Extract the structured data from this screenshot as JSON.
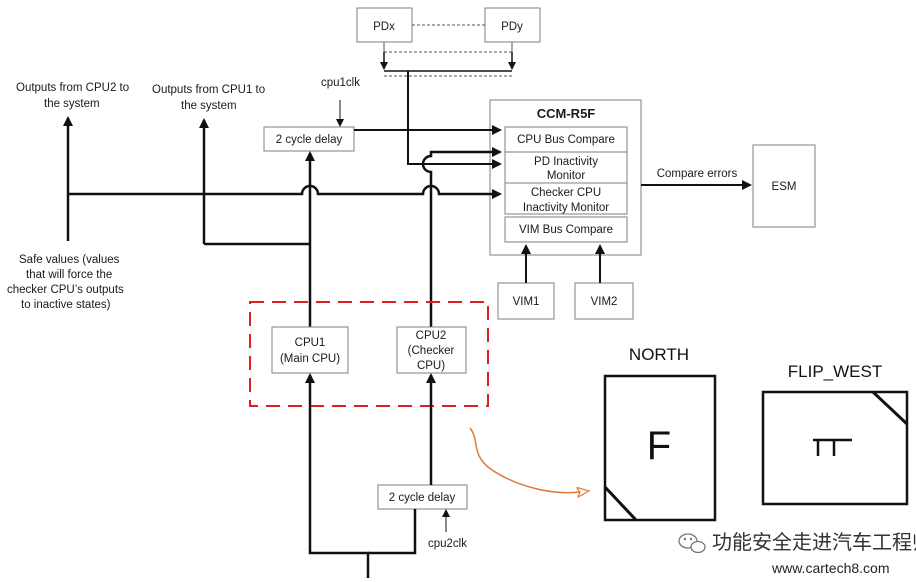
{
  "blocks": {
    "pdx": "PDx",
    "pdy": "PDy",
    "ccm_title": "CCM-R5F",
    "cpu_bus_compare": "CPU Bus Compare",
    "pd_inactivity_1": "PD Inactivity",
    "pd_inactivity_2": "Monitor",
    "checker_inactivity_1": "Checker CPU",
    "checker_inactivity_2": "Inactivity Monitor",
    "vim_bus_compare": "VIM Bus Compare",
    "esm": "ESM",
    "vim1": "VIM1",
    "vim2": "VIM2",
    "cpu1_1": "CPU1",
    "cpu1_2": "(Main CPU)",
    "cpu2_1": "CPU2",
    "cpu2_2": "(Checker",
    "cpu2_3": "CPU)",
    "delay_top": "2 cycle delay",
    "delay_bottom": "2 cycle delay"
  },
  "labels": {
    "outputs_cpu2_1": "Outputs from CPU2 to",
    "outputs_cpu2_2": "the system",
    "outputs_cpu1_1": "Outputs from CPU1 to",
    "outputs_cpu1_2": "the system",
    "cpu1clk": "cpu1clk",
    "cpu2clk": "cpu2clk",
    "compare_errors": "Compare errors",
    "safe_1": "Safe values (values",
    "safe_2": "that will force the",
    "safe_3": "checker CPU’s outputs",
    "safe_4": "to inactive states)"
  },
  "orientation": {
    "north_title": "NORTH",
    "north_letter": "F",
    "flip_title": "FLIP_WEST",
    "flip_letter": "Π"
  },
  "watermark": {
    "text": "功能安全走进汽车工程师之家",
    "url": "www.cartech8.com"
  },
  "colors": {
    "line": "#111111",
    "box": "#7f7f7f",
    "dashed_red": "#e02020",
    "curve_arrow": "#e07a3a"
  }
}
